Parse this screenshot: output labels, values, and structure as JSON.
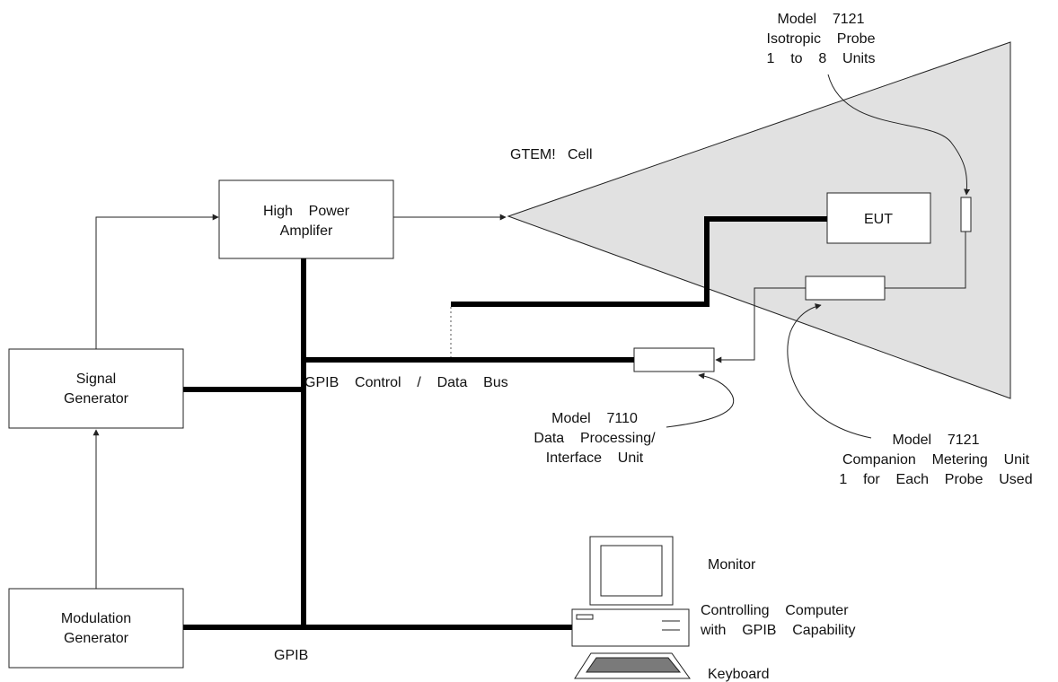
{
  "colors": {
    "cell_fill": "#e1e1e1",
    "bus": "#000000",
    "keyboard_keys": "#7a7a7a",
    "line": "#222222"
  },
  "icons": [
    "monitor-icon",
    "computer-case-icon",
    "keyboard-icon"
  ],
  "cell": {
    "label": "GTEM!   Cell",
    "eut_label": "EUT"
  },
  "amplifier": {
    "line1": "High    Power",
    "line2": "Amplifer"
  },
  "signal_generator": {
    "line1": "Signal",
    "line2": "Generator"
  },
  "modulation_generator": {
    "line1": "Modulation",
    "line2": "Generator"
  },
  "probe_label": {
    "line1": "Model    7121",
    "line2": "Isotropic    Probe",
    "line3": "1    to    8    Units"
  },
  "metering_label": {
    "line1": "Model    7121",
    "line2": "Companion    Metering    Unit",
    "line3": "1    for    Each    Probe    Used"
  },
  "dpu_label": {
    "line1": "Model    7110",
    "line2": "Data    Processing/",
    "line3": "Interface    Unit"
  },
  "bus_label": "GPIB    Control    /    Data    Bus",
  "gpib_label": "GPIB",
  "monitor_label": "Monitor",
  "computer_label": {
    "line1": "Controlling    Computer",
    "line2": "with    GPIB    Capability"
  },
  "keyboard_label": "Keyboard"
}
